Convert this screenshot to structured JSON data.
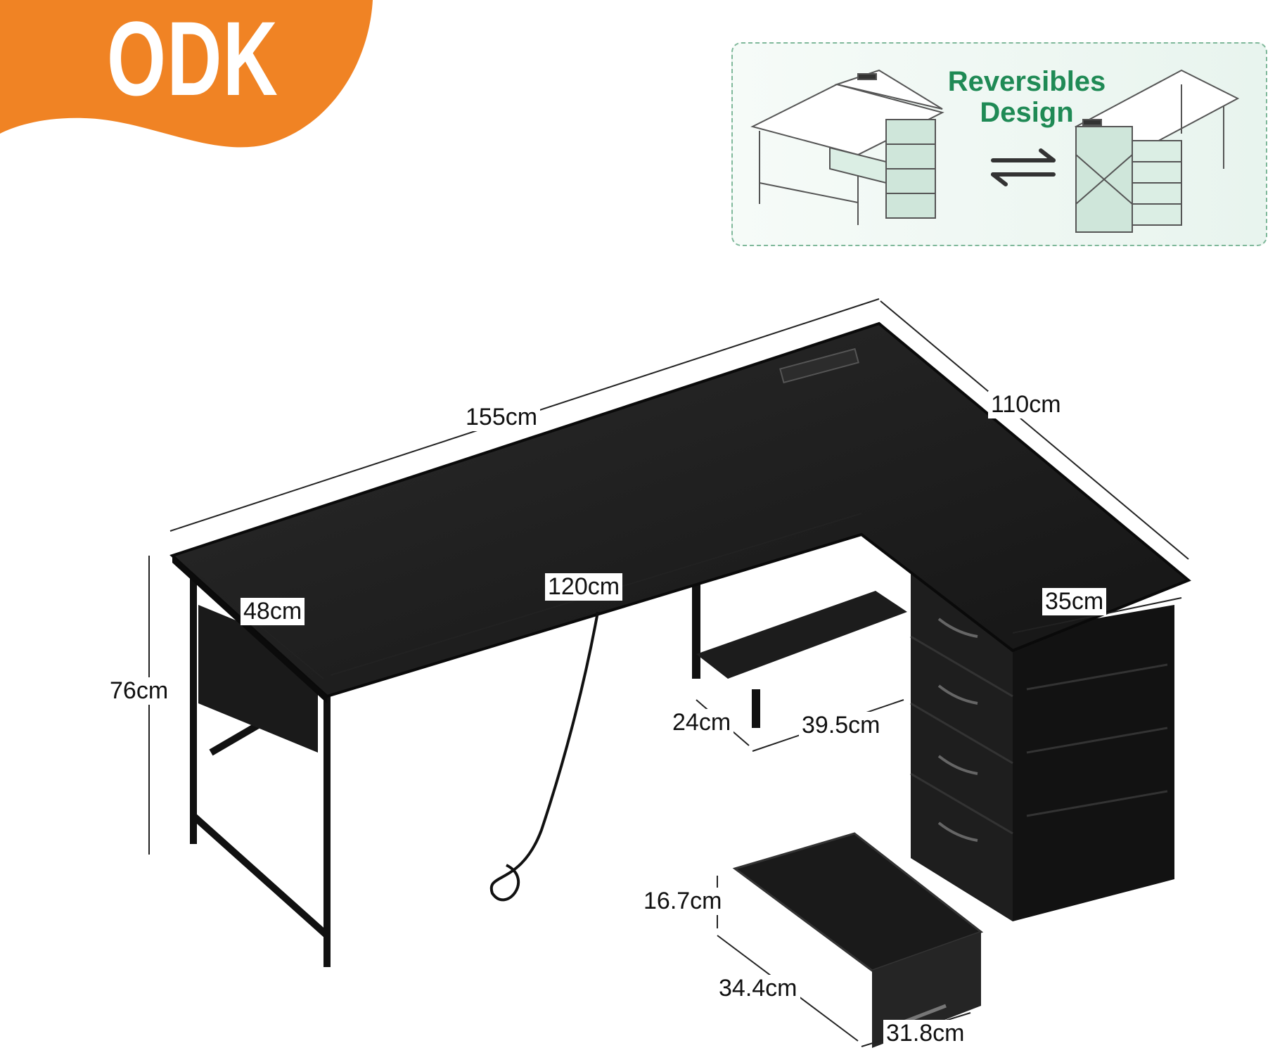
{
  "brand": {
    "logo_text": "ODK",
    "accent": "#f08324"
  },
  "reversible": {
    "title_line1": "Reversibles",
    "title_line2": "Design",
    "color": "#1f8a55",
    "icon": "swap-arrows-icon"
  },
  "dimensions": {
    "desk_length": "155cm",
    "return_length": "110cm",
    "desk_depth": "48cm",
    "inner_length": "120cm",
    "return_depth": "35cm",
    "height": "76cm",
    "shelf_height": "24cm",
    "shelf_width": "39.5cm",
    "drawer_height": "16.7cm",
    "drawer_length": "34.4cm",
    "drawer_width": "31.8cm"
  }
}
